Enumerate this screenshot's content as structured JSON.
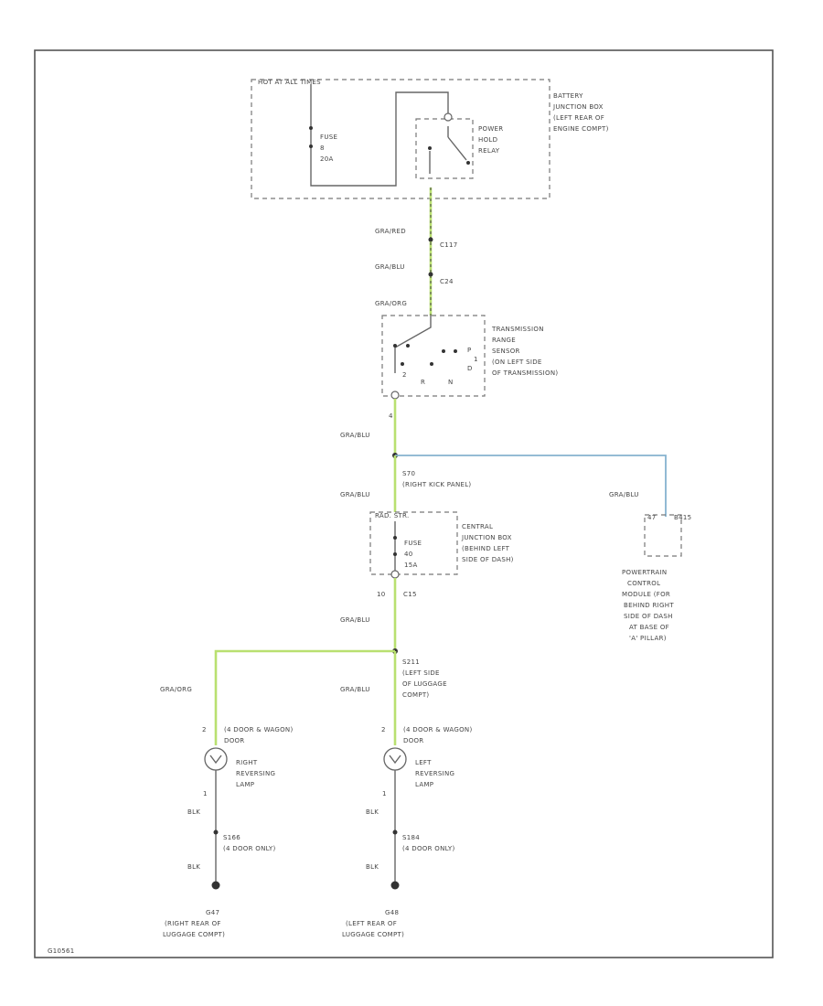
{
  "diagram_id": "G10561",
  "wire_colors": {
    "gray_wire": "#b9e070",
    "blue_wire": "#86b3cf",
    "line": "#666666"
  },
  "battery_jb": {
    "hot_label": "HOT AT ALL TIMES",
    "title": [
      "BATTERY",
      "JUNCTION BOX",
      "(LEFT REAR OF",
      "ENGINE COMPT)"
    ],
    "fuse": [
      "FUSE",
      "8",
      "20A"
    ],
    "relay": [
      "POWER",
      "HOLD",
      "RELAY"
    ]
  },
  "top_wires": {
    "w1": "GRA/RED",
    "c1": "C117",
    "w2": "GRA/BLU",
    "c2": "C24",
    "w3": "GRA/ORG"
  },
  "trs": {
    "title": [
      "TRANSMISSION",
      "RANGE",
      "SENSOR",
      "(ON LEFT SIDE",
      "OF TRANSMISSION)"
    ],
    "positions": [
      "P",
      "R",
      "N",
      "D",
      "2",
      "1"
    ],
    "pin": "4"
  },
  "mid": {
    "wire": "GRA/BLU",
    "splice": [
      "S70",
      "(RIGHT KICK PANEL)"
    ],
    "wire2": "GRA/BLU",
    "pcm_wire": "GRA/BLU"
  },
  "cjb": {
    "header": "RAD. STR.",
    "fuse": [
      "FUSE",
      "40",
      "15A"
    ],
    "title": [
      "CENTRAL",
      "JUNCTION BOX",
      "(BEHIND LEFT",
      "SIDE OF DASH)"
    ],
    "conn": "C15",
    "pin": "10"
  },
  "pcm": {
    "pin": "47",
    "conn": "B415",
    "title": [
      "POWERTRAIN",
      "CONTROL",
      "MODULE (FOR",
      "BEHIND RIGHT",
      "SIDE OF DASH",
      "AT BASE OF",
      "'A' PILLAR)"
    ]
  },
  "lower": {
    "wire_a": "GRA/BLU",
    "splice": [
      "S211",
      "(LEFT SIDE",
      "OF LUGGAGE",
      "COMPT)"
    ],
    "wire_r": "GRA/ORG",
    "wire_l": "GRA/BLU"
  },
  "right_lamp": {
    "pin_top": "2",
    "cond": "(4 DOOR & WAGON)",
    "cond2": "DOOR",
    "title": [
      "RIGHT",
      "REVERSING",
      "LAMP"
    ],
    "pin_bot": "1",
    "wire": "BLK",
    "splice": [
      "S166",
      "(4 DOOR ONLY)"
    ],
    "wire2": "BLK",
    "ground": [
      "G47",
      "(RIGHT REAR OF",
      "LUGGAGE COMPT)"
    ]
  },
  "left_lamp": {
    "pin_top": "2",
    "cond": "(4 DOOR & WAGON)",
    "cond2": "DOOR",
    "title": [
      "LEFT",
      "REVERSING",
      "LAMP"
    ],
    "pin_bot": "1",
    "wire": "BLK",
    "splice": [
      "S184",
      "(4 DOOR ONLY)"
    ],
    "wire2": "BLK",
    "ground": [
      "G48",
      "(LEFT REAR OF",
      "LUGGAGE COMPT)"
    ]
  }
}
